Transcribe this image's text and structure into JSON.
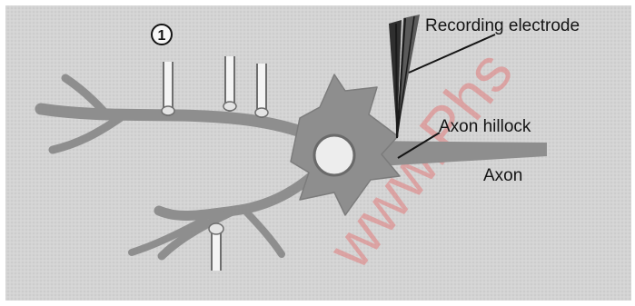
{
  "labels": {
    "stimulus_number": "1",
    "recording_electrode": "Recording electrode",
    "axon_hillock": "Axon hillock",
    "axon": "Axon"
  },
  "watermark": {
    "text": "www.Phs",
    "color": "#e07a7a"
  },
  "colors": {
    "panel": "#d2d2d2",
    "neuron": "#8e8e8e",
    "nucleus": "#ededed",
    "electrode": "#2a2a2a",
    "text": "#141414"
  }
}
